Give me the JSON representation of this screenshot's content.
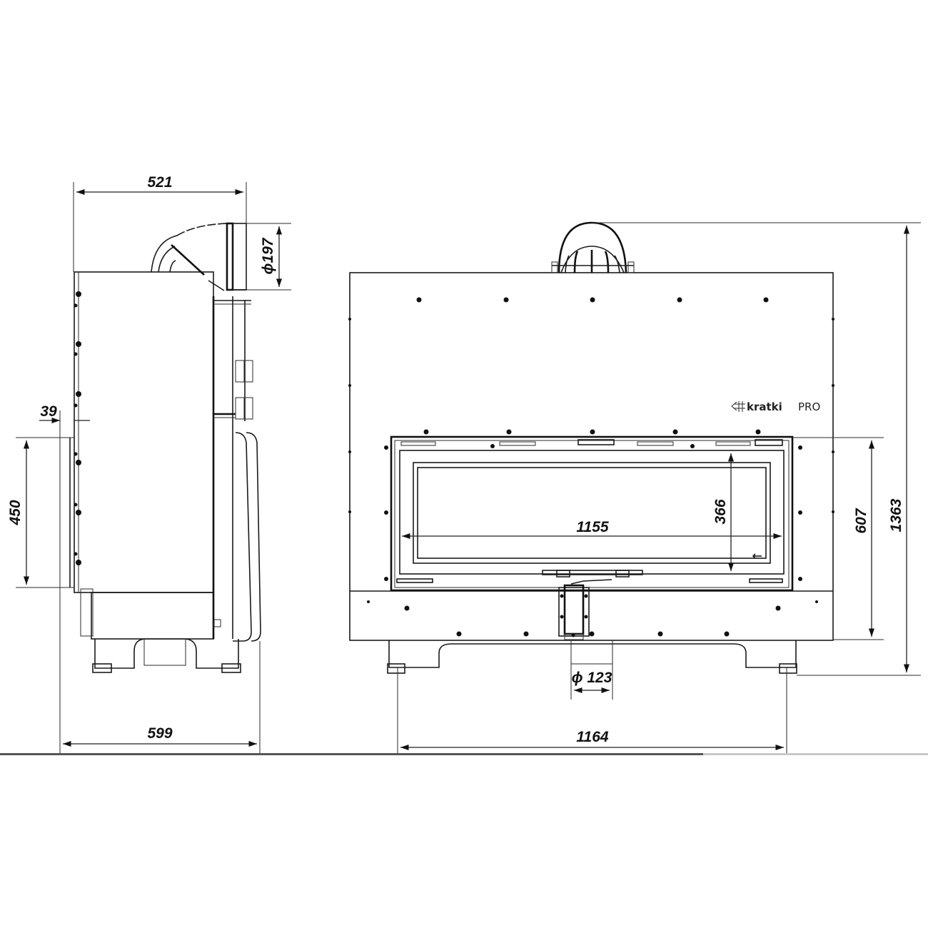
{
  "drawing": {
    "title": "Fireplace insert dimension drawing",
    "brand_logo": {
      "name": "kratki",
      "suffix": "PRO",
      "icon": "kratki-hash-arrow-icon"
    },
    "side_view": {
      "dimensions": {
        "overall_depth_top": "521",
        "flue_diameter": "ϕ197",
        "panel_offset": "39",
        "front_panel_height": "450",
        "overall_depth_base": "599"
      }
    },
    "front_view": {
      "dimensions": {
        "glass_width": "1155",
        "glass_height": "366",
        "opening_height": "607",
        "overall_height": "1363",
        "air_inlet_diameter": "ϕ 123",
        "feet_span_width": "1164"
      }
    },
    "colors": {
      "line": "#111111",
      "background": "#ffffff",
      "footer_bar": "#555555",
      "footer_bar_light": "#c8c8c8"
    }
  }
}
